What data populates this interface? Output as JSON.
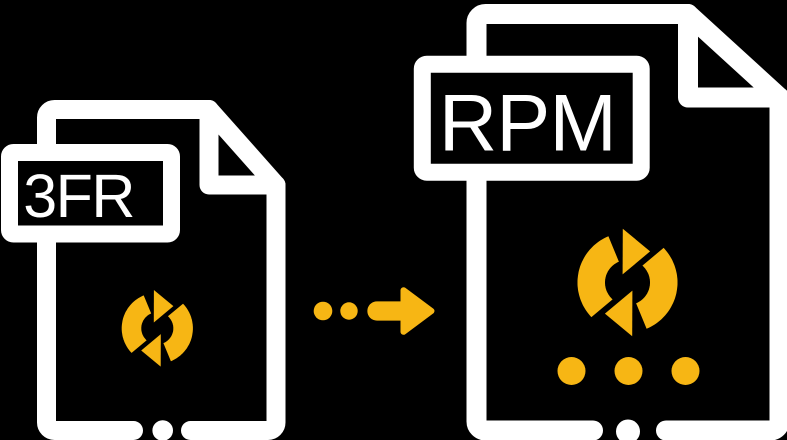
{
  "illustration": {
    "title": "3FR to RPM conversion",
    "background_color": "#000000",
    "colors": {
      "outline": "#ffffff",
      "accent": "#f7b614",
      "label_text": "#ffffff",
      "badge_fill": "#000000"
    },
    "files": {
      "source": {
        "label": "3FR"
      },
      "target": {
        "label": "RPM"
      }
    },
    "icons": {
      "source_center": "sync-arrows-icon",
      "target_center": "sync-arrows-icon",
      "between_files": "arrow-right-icon",
      "target_footer": "ellipsis-dots-icon"
    }
  }
}
